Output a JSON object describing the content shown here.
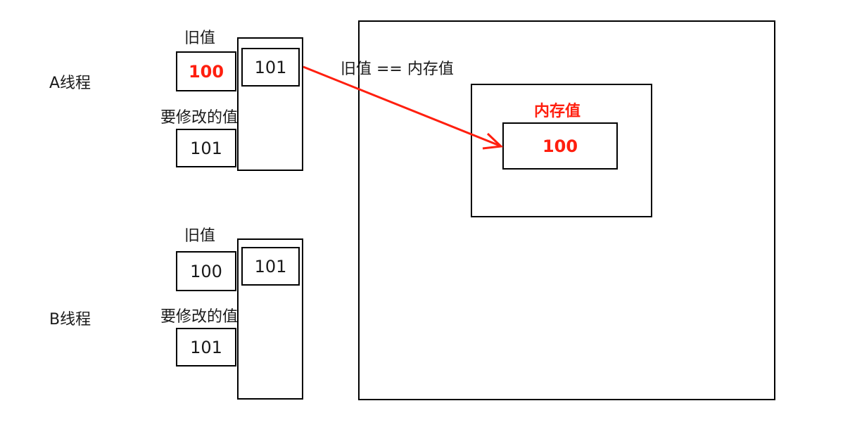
{
  "colors": {
    "accent_red": "#ff1f0f",
    "border": "#000000",
    "text": "#1a1a1a"
  },
  "thread_a": {
    "label": "A线程",
    "old_value_label": "旧值",
    "old_value": "100",
    "new_value_label": "要修改的值",
    "new_value": "101",
    "register_value": "101"
  },
  "thread_b": {
    "label": "B线程",
    "old_value_label": "旧值",
    "old_value": "100",
    "new_value_label": "要修改的值",
    "new_value": "101",
    "register_value": "101"
  },
  "memory": {
    "compare_label": "旧值 == 内存值",
    "title": "内存值",
    "value": "100"
  },
  "icons": {
    "arrow": "red-arrow-icon"
  }
}
